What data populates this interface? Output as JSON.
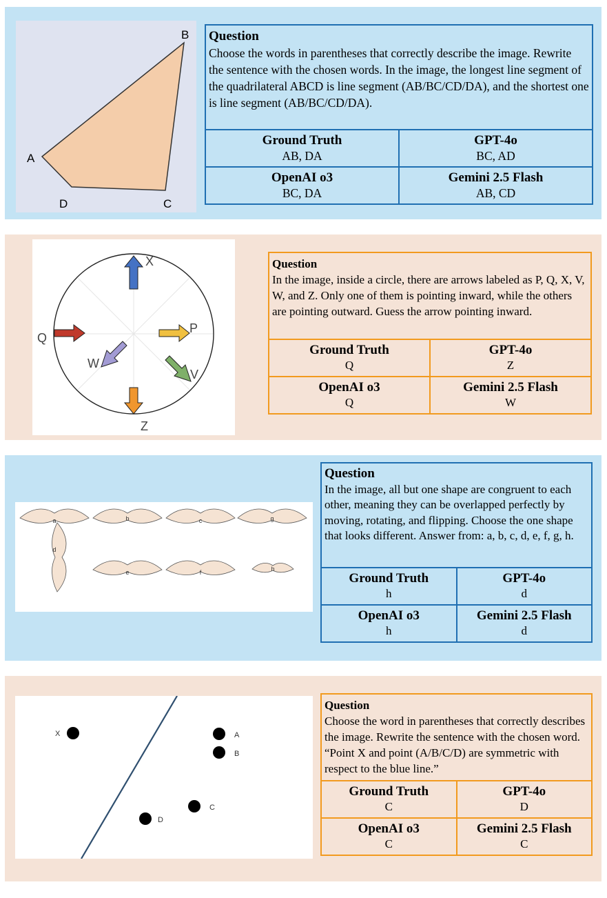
{
  "panels": [
    {
      "question_title": "Question",
      "question_text": "Choose the words in parentheses that correctly describe the image. Rewrite the sentence with the chosen words. In the image, the longest line segment of the quadrilateral ABCD is line segment (AB/BC/CD/DA), and the shortest one is line segment (AB/BC/CD/DA).",
      "answers": [
        {
          "model": "Ground Truth",
          "answer": "AB, DA"
        },
        {
          "model": "GPT-4o",
          "answer": "BC, AD"
        },
        {
          "model": "OpenAI o3",
          "answer": "BC, DA"
        },
        {
          "model": "Gemini 2.5 Flash",
          "answer": "AB, CD"
        }
      ],
      "figure_labels": {
        "a": "A",
        "b": "B",
        "c": "C",
        "d": "D"
      },
      "colors": {
        "fill": "#f4cdaa",
        "background": "#dfe3f0"
      }
    },
    {
      "question_title": "Question",
      "question_text": "In the image, inside a circle, there are arrows labeled as P, Q, X, V, W, and Z. Only one of them is pointing inward, while the others are pointing outward. Guess the arrow pointing inward.",
      "answers": [
        {
          "model": "Ground Truth",
          "answer": "Q"
        },
        {
          "model": "GPT-4o",
          "answer": "Z"
        },
        {
          "model": "OpenAI o3",
          "answer": "Q"
        },
        {
          "model": "Gemini 2.5 Flash",
          "answer": "W"
        }
      ],
      "figure_labels": {
        "x": "X",
        "p": "P",
        "q": "Q",
        "w": "W",
        "v": "V",
        "z": "Z"
      },
      "colors": {
        "x": "#4472c4",
        "p": "#f0c040",
        "q": "#c0392b",
        "w": "#a29bd4",
        "v": "#7fb069",
        "z": "#f0962e"
      }
    },
    {
      "question_title": "Question",
      "question_text": "In the image, all but one shape are congruent to each other, meaning they can be overlapped perfectly by moving, rotating, and flipping. Choose the one shape that looks different. Answer from: a, b, c, d, e, f, g, h.",
      "answers": [
        {
          "model": "Ground Truth",
          "answer": "h"
        },
        {
          "model": "GPT-4o",
          "answer": "d"
        },
        {
          "model": "OpenAI o3",
          "answer": "h"
        },
        {
          "model": "Gemini 2.5 Flash",
          "answer": "d"
        }
      ],
      "figure_labels": {
        "a": "a",
        "b": "b",
        "c": "c",
        "g": "g",
        "d": "d",
        "e": "e",
        "f": "f",
        "h": "h"
      },
      "colors": {
        "fill": "#f5e3d3"
      }
    },
    {
      "question_title": "Question",
      "question_text": "Choose the word in parentheses that correctly describes the image. Rewrite the sentence with the chosen word. “Point X and point (A/B/C/D) are symmetric with respect to the blue line.”",
      "answers": [
        {
          "model": "Ground Truth",
          "answer": "C"
        },
        {
          "model": "GPT-4o",
          "answer": "D"
        },
        {
          "model": "OpenAI o3",
          "answer": "C"
        },
        {
          "model": "Gemini 2.5 Flash",
          "answer": "C"
        }
      ],
      "figure_labels": {
        "x": "X",
        "a": "A",
        "b": "B",
        "c": "C",
        "d": "D"
      },
      "colors": {
        "line": "#2f4f6f"
      }
    }
  ]
}
